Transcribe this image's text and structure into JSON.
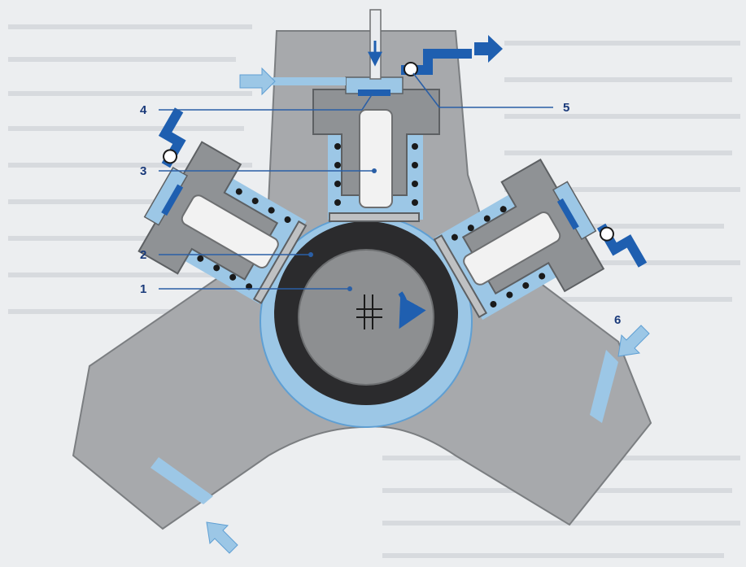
{
  "callouts": [
    {
      "id": "1",
      "label": "1"
    },
    {
      "id": "2",
      "label": "2"
    },
    {
      "id": "3",
      "label": "3"
    },
    {
      "id": "4",
      "label": "4"
    },
    {
      "id": "5",
      "label": "5"
    },
    {
      "id": "6",
      "label": "6"
    }
  ],
  "colors": {
    "housing": "#a7a9ac",
    "housing_dark": "#8f9295",
    "fluid": "#9cc7e6",
    "fluid_dark": "#5f9fd3",
    "channel_blue": "#1f5fb0",
    "cam_dark": "#2b2b2d",
    "shaft": "#8d8f91",
    "piston": "#f2f2f2",
    "callout_text": "#1a3a7a",
    "background": "#eceef0"
  },
  "icons": [
    "inlet-arrow-icon",
    "outlet-arrow-icon",
    "rotation-arrow-icon",
    "center-cross-icon"
  ]
}
